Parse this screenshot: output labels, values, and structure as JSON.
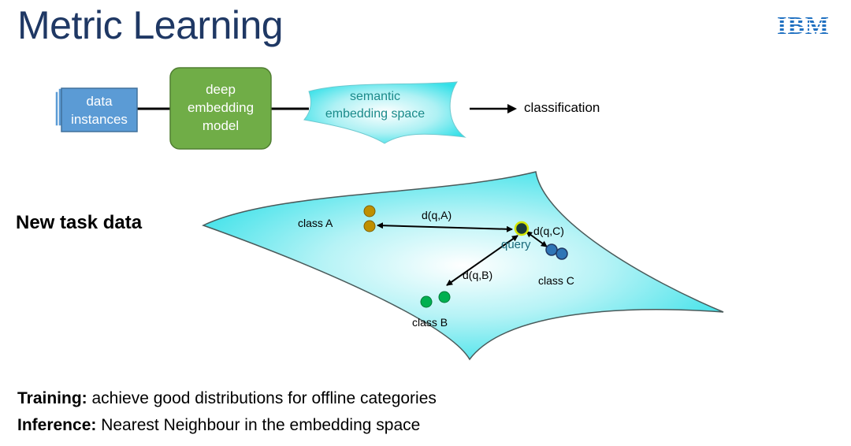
{
  "header": {
    "title": "Metric Learning",
    "logo_text": "IBM"
  },
  "pipeline": {
    "data_box": [
      "data",
      "instances"
    ],
    "model_box": [
      "deep",
      "embedding",
      "model"
    ],
    "space_label": [
      "semantic",
      "embedding space"
    ],
    "output_label": "classification"
  },
  "task": {
    "heading": "New task data",
    "class_a": "class A",
    "class_b": "class B",
    "class_c": "class C",
    "query": "query",
    "dist_a": "d(q,A)",
    "dist_b": "d(q,B)",
    "dist_c": "d(q,C)"
  },
  "bottom": {
    "training_label": "Training:",
    "training_text": " achieve good distributions for offline categories",
    "inference_label": "Inference:",
    "inference_text": " Nearest Neighbour in the embedding space"
  },
  "colors": {
    "title": "#1f3864",
    "logo": "#1f70c1",
    "data_box": "#5b9bd5",
    "model_box": "#70ad47",
    "space_fill": "#33e0e8",
    "class_a": "#bf8f00",
    "class_b": "#00b050",
    "class_c": "#2e75b6",
    "query": "#1b3a3a"
  }
}
